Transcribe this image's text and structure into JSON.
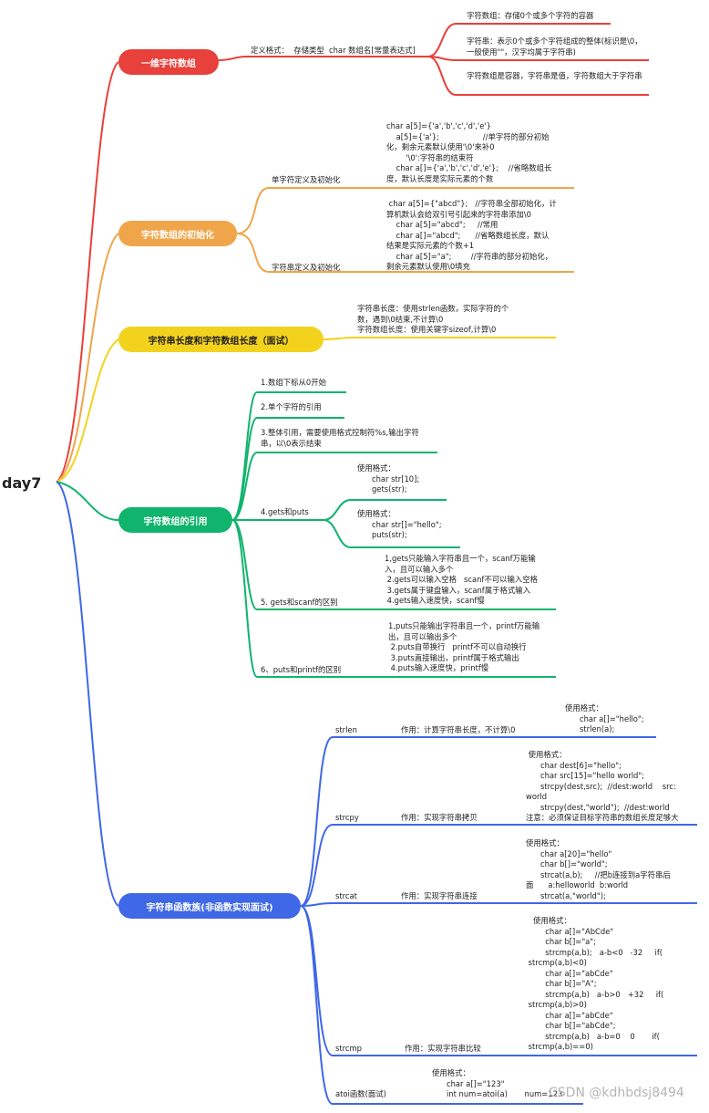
{
  "root": "day7",
  "colors": {
    "red": "#e8403a",
    "orange": "#f0a54a",
    "yellow": "#f3d21e",
    "green": "#10b46c",
    "blue": "#3f68e6"
  },
  "b1": {
    "label": "一维字符数组",
    "definition": "定义格式：  存储类型  char 数组名[常量表达式]",
    "notes": [
      "字符数组：存储0个或多个字符的容器",
      "字符串：表示0个或多个字符组成的整体(标识是\\0，一般使用\"\"，汉字均属于字符串)",
      "字符数组是容器，字符串是值，字符数组大于字符串"
    ]
  },
  "b2": {
    "label": "字符数组的初始化",
    "sub1": "单字符定义及初始化",
    "sub1_text": "char a[5]={'a','b','c','d','e'}\n    a[5]={'a'};                  //单字符的部分初始\n化，剩余元素默认使用'\\0'来补0\n        '\\0':字符串的结束符\n    char a[]={'a','b','c','d','e'};    //省略数组长\n度，默认长度是实际元素的个数",
    "sub2": "字符串定义及初始化",
    "sub2_text": " char a[5]={\"abcd\"};   //字符串全部初始化，计\n算机默认会给双引号引起来的字符串添加\\0\n    char a[5]=\"abcd\";     //常用\n    char a[]=\"abcd\";      //省略数组长度，默认\n结果是实际元素的个数+1\n    char a[5]=\"a\";        //字符串的部分初始化，\n剩余元素默认使用\\0填充"
  },
  "b3": {
    "label": "字符串长度和字符数组长度（面试）",
    "text": "字符串长度：使用strlen函数，实际字符的个\n数，遇到\\0结束,不计算\\0\n字符数组长度：使用关键字sizeof,计算\\0"
  },
  "b4": {
    "label": "字符数组的引用",
    "i1": "1.数组下标从0开始",
    "i2": "2.单个字符的引用",
    "i3": "3.整体引用，需要使用格式控制符%s,输出字符\n串，以\\0表示结束",
    "i4": "4.gets和puts",
    "i4_a": "使用格式：\n      char str[10];\n      gets(str);",
    "i4_b": "使用格式：\n      char str[]=\"hello\";\n      puts(str);",
    "i5": "5. gets和scanf的区别",
    "i5_text": "1,gets只能输入字符串且一个，scanf万能输\n入，且可以输入多个\n 2.gets可以输入空格   scanf不可以输入空格\n 3.gets属于键盘输入，scanf属于格式输入\n 4.gets输入速度快，scanf慢",
    "i6": "6、puts和printf的区别",
    "i6_text": "1,puts只能输出字符串且一个，printf万能输\n出，且可以输出多个\n 2.puts自带换行   printf不可以自动换行\n 3.puts直接输出，printf属于格式输出\n 4.puts输入速度快，printf慢"
  },
  "b5": {
    "label": "字符串函数族(非函数实现面试)",
    "strlen": "strlen",
    "strlen_desc": "作用：计算字符串长度，不计算\\0",
    "strlen_use": "使用格式：\n      char a[]=\"hello\";\n      strlen(a);",
    "strcpy": "strcpy",
    "strcpy_desc": "作用：实现字符串拷贝",
    "strcpy_use": " 使用格式：\n      char dest[6]=\"hello\";\n      char src[15]=\"hello world\";\n      strcpy(dest,src);  //dest:world    src:\nworld\n      strcpy(dest,\"world\");  //dest:world\n注意：必须保证目标字符串的数组长度足够大",
    "strcat": "strcat",
    "strcat_desc": "作用：实现字符串连接",
    "strcat_use": "使用格式：\n      char a[20]=\"hello\"\n      char b[]=\"world\";\n      strcat(a,b);     //把b连接到a字符串后\n面      a:helloworld  b:world\n      strcat(a,\"world\");",
    "strcmp": "strcmp",
    "strcmp_desc": "作用：实现字符串比较",
    "strcmp_use": "   使用格式：\n        char a[]=\"AbCde\"\n        char b[]=\"a\";\n        strcmp(a,b);   a-b<0   -32     if(\n strcmp(a,b)<0)\n        char a[]=\"abCde\"\n        char b[]=\"A\";\n        strcmp(a,b)   a-b>0   +32     if(\n strcmp(a,b)>0)\n        char a[]=\"abCde\"\n        char b[]=\"abCde\";\n        strcmp(a,b)   a-b=0    0       if(\n strcmp(a,b)==0)",
    "atoi": "atoi函数(面试)",
    "atoi_use": "使用格式：\n      char a[]=\"123\"\n      int num=atoi(a)       num=123"
  },
  "watermark": "CSDN @kdhbdsj8494"
}
